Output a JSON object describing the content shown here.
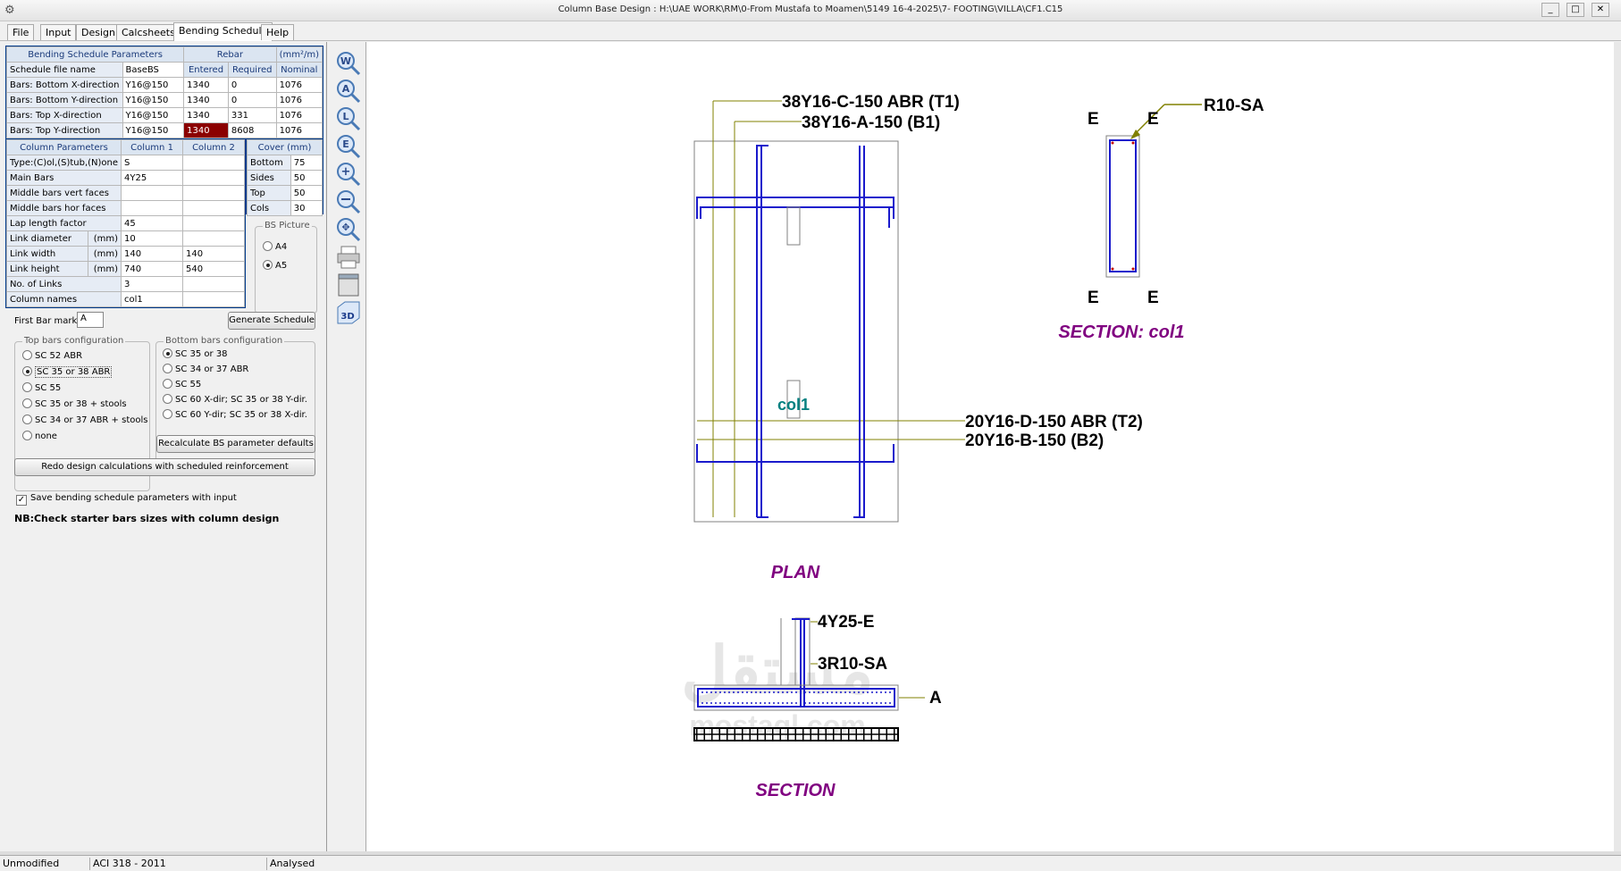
{
  "window": {
    "title": "Column Base Design :  H:\\UAE WORK\\RM\\0-From Mustafa to Moamen\\5149 16-4-2025\\7- FOOTING\\VILLA\\CF1.C15",
    "minimize": "0",
    "maximize": "1",
    "close": "r"
  },
  "menu": [
    {
      "label": "File"
    },
    {
      "label": "Input"
    },
    {
      "label": "Design"
    },
    {
      "label": "Calcsheets"
    },
    {
      "label": "Bending Schedule"
    },
    {
      "label": "Help"
    }
  ],
  "bs_params": {
    "header": "Bending Schedule Parameters",
    "rebar_header": "Rebar",
    "unit": "(mm²/m)",
    "col_entered": "Entered",
    "col_required": "Required",
    "col_nominal": "Nominal",
    "rows": [
      {
        "label": "Schedule file name",
        "value": "BaseBS",
        "entered": "",
        "required": "",
        "nominal": ""
      },
      {
        "label": "Bars: Bottom X-direction",
        "value": "Y16@150",
        "entered": "1340",
        "required": "0",
        "nominal": "1076"
      },
      {
        "label": "Bars: Bottom Y-direction",
        "value": "Y16@150",
        "entered": "1340",
        "required": "0",
        "nominal": "1076"
      },
      {
        "label": "Bars: Top X-direction",
        "value": "Y16@150",
        "entered": "1340",
        "required": "331",
        "nominal": "1076"
      },
      {
        "label": "Bars: Top Y-direction",
        "value": "Y16@150",
        "entered": "1340",
        "required": "8608",
        "nominal": "1076"
      }
    ]
  },
  "col_params": {
    "header": "Column Parameters",
    "col1": "Column 1",
    "col2": "Column 2",
    "rows": [
      {
        "label": "Type:(C)ol,(S)tub,(N)one",
        "unit": "",
        "c1": "S",
        "c2": ""
      },
      {
        "label": "Main Bars",
        "unit": "",
        "c1": "4Y25",
        "c2": ""
      },
      {
        "label": "Middle bars vert faces",
        "unit": "",
        "c1": "",
        "c2": ""
      },
      {
        "label": "Middle bars hor faces",
        "unit": "",
        "c1": "",
        "c2": ""
      },
      {
        "label": "Lap length factor",
        "unit": "",
        "c1": "45",
        "c2": ""
      },
      {
        "label": "Link diameter",
        "unit": "(mm)",
        "c1": "10",
        "c2": ""
      },
      {
        "label": "Link width",
        "unit": "(mm)",
        "c1": "140",
        "c2": "140"
      },
      {
        "label": "Link height",
        "unit": "(mm)",
        "c1": "740",
        "c2": "540"
      },
      {
        "label": "No. of Links",
        "unit": "",
        "c1": "3",
        "c2": ""
      },
      {
        "label": "Column names",
        "unit": "",
        "c1": "col1",
        "c2": ""
      }
    ]
  },
  "cover": {
    "header": "Cover (mm)",
    "rows": [
      {
        "label": "Bottom",
        "value": "75"
      },
      {
        "label": "Sides",
        "value": "50"
      },
      {
        "label": "Top",
        "value": "50"
      },
      {
        "label": "Cols",
        "value": "30"
      }
    ]
  },
  "bs_picture": {
    "title": "BS Picture",
    "options": [
      "A4",
      "A5"
    ],
    "selected": 1
  },
  "first_bar_mark": {
    "label": "First Bar mark",
    "value": "A"
  },
  "generate_btn": "Generate Schedule",
  "top_config": {
    "title": "Top bars configuration",
    "options": [
      "SC 52 ABR",
      "SC 35 or 38 ABR",
      "SC 55",
      "SC 35 or 38 + stools",
      "SC 34 or 37 ABR  + stools",
      "none"
    ],
    "selected": 1
  },
  "bottom_config": {
    "title": "Bottom bars configuration",
    "options": [
      "SC 35 or 38",
      "SC 34 or 37 ABR",
      "SC 55",
      "SC 60 X-dir; SC 35 or 38 Y-dir.",
      "SC 60 Y-dir; SC 35 or 38 X-dir."
    ],
    "selected": 0
  },
  "recalc_btn": "Recalculate BS parameter defaults",
  "redo_btn": "Redo design calculations with scheduled reinforcement",
  "save_chk": {
    "label": "Save bending schedule parameters with input",
    "checked": true
  },
  "note": "NB:Check starter bars sizes with column design",
  "tools": [
    {
      "icon": "zoom-window-icon",
      "glyph": "W"
    },
    {
      "icon": "zoom-all-icon",
      "glyph": "A"
    },
    {
      "icon": "zoom-last-icon",
      "glyph": "L"
    },
    {
      "icon": "zoom-extents-icon",
      "glyph": "E"
    },
    {
      "icon": "zoom-in-icon",
      "glyph": "+"
    },
    {
      "icon": "zoom-out-icon",
      "glyph": "−"
    },
    {
      "icon": "pan-icon",
      "glyph": "✥"
    },
    {
      "icon": "print-icon",
      "glyph": ""
    },
    {
      "icon": "page-setup-icon",
      "glyph": ""
    },
    {
      "icon": "3d-view-icon",
      "glyph": "3D"
    }
  ],
  "drawing": {
    "label_t1": "38Y16-C-150 ABR (T1)",
    "label_b1": "38Y16-A-150 (B1)",
    "label_t2": "20Y16-D-150 ABR (T2)",
    "label_b2": "20Y16-B-150 (B2)",
    "col_name": "col1",
    "plan_title": "PLAN",
    "link_label": "R10-SA",
    "e_mark": "E",
    "section_col_title": "SECTION: col1",
    "main_bars_label": "4Y25-E",
    "links_label": "3R10-SA",
    "mark_a": "A",
    "section_title": "SECTION",
    "watermark_ar": "مستقل",
    "watermark_en": "mostaql.com",
    "colors": {
      "rebar": "#1a1acc",
      "dim": "#808000",
      "title": "#800080",
      "col": "#008080",
      "outline": "#808080"
    }
  },
  "status": {
    "modified": "Unmodified",
    "code": "ACI 318 - 2011",
    "state": "Analysed"
  }
}
